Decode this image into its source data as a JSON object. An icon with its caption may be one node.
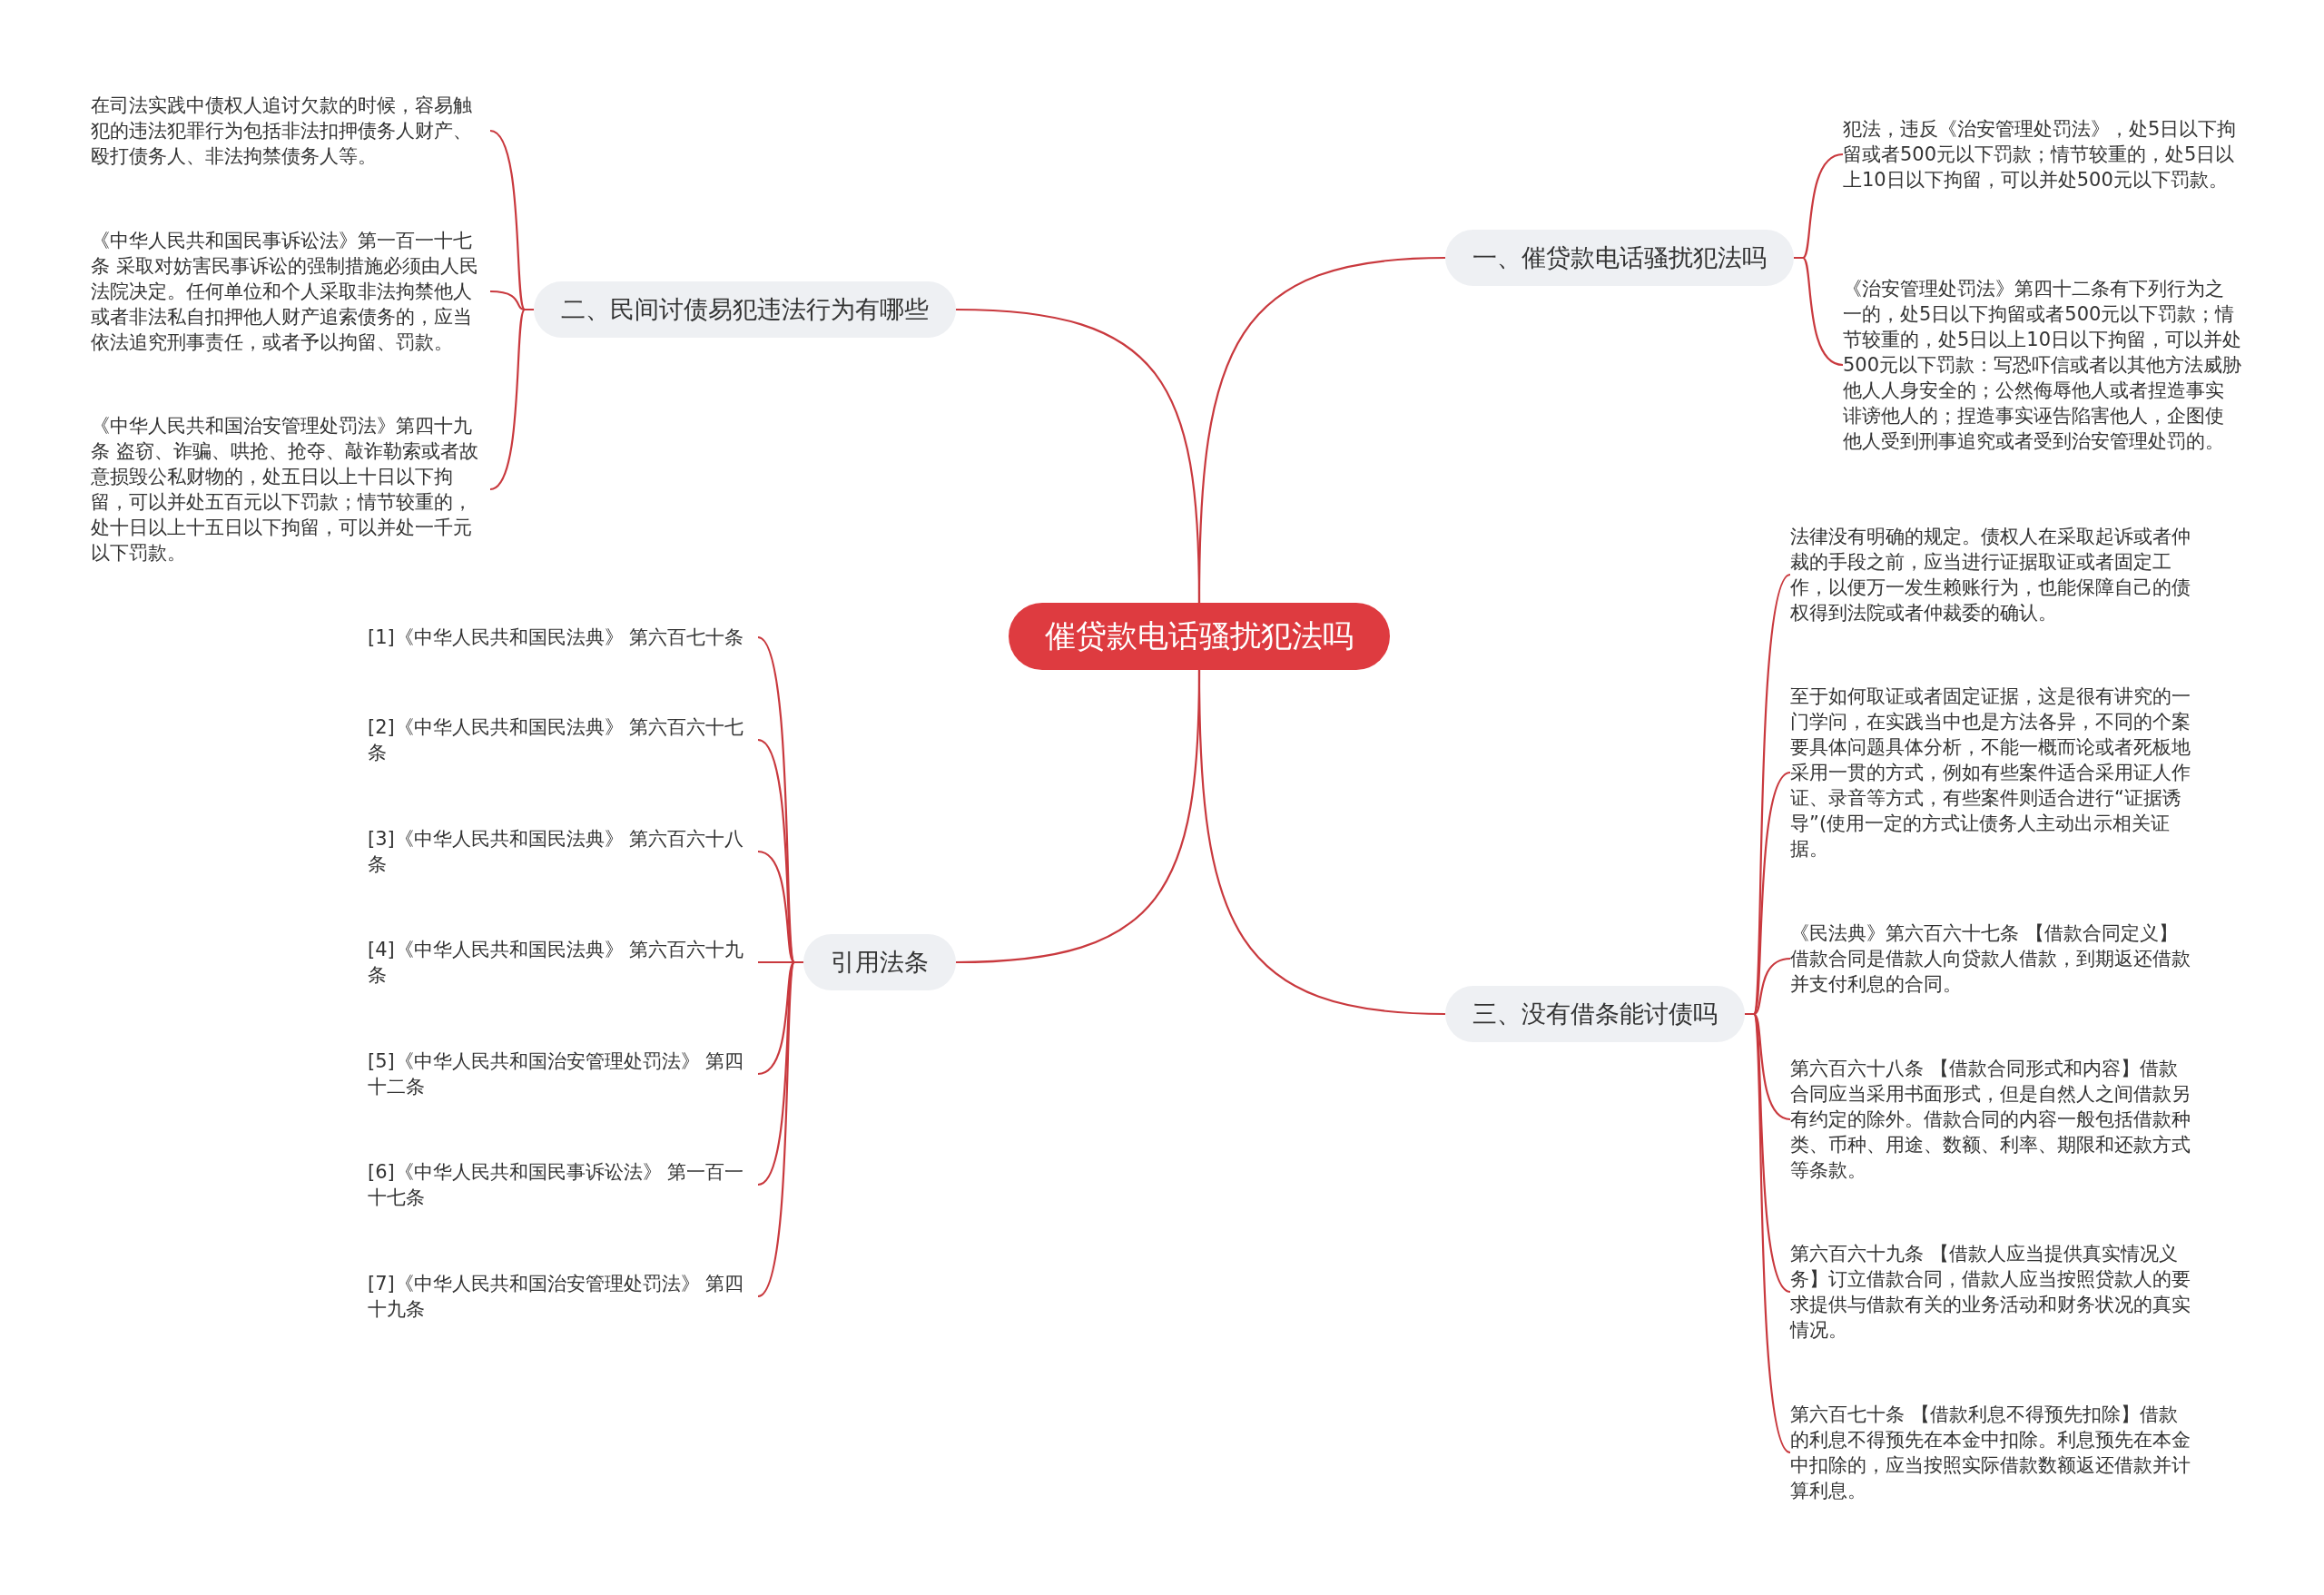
{
  "diagram": {
    "nodes": [
      {
        "text": [
          "催贷款电话骚扰犯法吗"
        ]
      },
      {
        "text": [
          "一、催贷款电话骚扰犯法吗"
        ]
      },
      {
        "text": [
          "犯法，违反《治安管理处罚法》，处5日以下拘留或者500元以下罚款；情节较重的，处5日以上10日以下拘留，可以并处500元以下罚款。"
        ]
      },
      {
        "text": [
          "《治安管理处罚法》第四十二条有下列行为之一的，处5日以下拘留或者500元以下罚款；情节较重的，处5日以上10日以下拘留，可以并处500元以下罚款：写恐吓信或者以其他方法威胁他人人身安全的；公然侮辱他人或者捏造事实诽谤他人的；捏造事实诬告陷害他人，企图使他人受到刑事追究或者受到治安管理处罚的。"
        ]
      },
      {
        "text": [
          "二、民间讨债易犯违法行为有哪些"
        ]
      },
      {
        "text": [
          "在司法实践中债权人追讨欠款的时候，容易触犯的违法犯罪行为包括非法扣押债务人财产、殴打债务人、非法拘禁债务人等。"
        ]
      },
      {
        "text": [
          "《中华人民共和国民事诉讼法》第一百一十七条 采取对妨害民事诉讼的强制措施必须由人民法院决定。任何单位和个人采取非法拘禁他人或者非法私自扣押他人财产追索债务的，应当依法追究刑事责任，或者予以拘留、罚款。"
        ]
      },
      {
        "text": [
          "《中华人民共和国治安管理处罚法》第四十九条 盗窃、诈骗、哄抢、抢夺、敲诈勒索或者故意损毁公私财物的，处五日以上十日以下拘留，可以并处五百元以下罚款；情节较重的，处十日以上十五日以下拘留，可以并处一千元以下罚款。"
        ]
      },
      {
        "text": [
          "三、没有借条能讨债吗"
        ]
      },
      {
        "text": [
          "法律没有明确的规定。债权人在采取起诉或者仲裁的手段之前，应当进行证据取证或者固定工作，以便万一发生赖账行为，也能保障自己的债权得到法院或者仲裁委的确认。"
        ]
      },
      {
        "text": [
          "至于如何取证或者固定证据，这是很有讲究的一门学问，在实践当中也是方法各异，不同的个案要具体问题具体分析，不能一概而论或者死板地采用一贯的方式，例如有些案件适合采用证人作证、录音等方式，有些案件则适合进行“证据诱导”(使用一定的方式让债务人主动出示相关证据。"
        ]
      },
      {
        "text": [
          "《民法典》第六百六十七条 【借款合同定义】借款合同是借款人向贷款人借款，到期返还借款并支付利息的合同。"
        ]
      },
      {
        "text": [
          "第六百六十八条 【借款合同形式和内容】借款合同应当采用书面形式，但是自然人之间借款另有约定的除外。借款合同的内容一般包括借款种类、币种、用途、数额、利率、期限和还款方式等条款。"
        ]
      },
      {
        "text": [
          "第六百六十九条 【借款人应当提供真实情况义务】订立借款合同，借款人应当按照贷款人的要求提供与借款有关的业务活动和财务状况的真实情况。"
        ]
      },
      {
        "text": [
          "第六百七十条 【借款利息不得预先扣除】借款的利息不得预先在本金中扣除。利息预先在本金中扣除的，应当按照实际借款数额返还借款并计算利息。"
        ]
      },
      {
        "text": [
          "引用法条"
        ]
      },
      {
        "text": [
          "[1]《中华人民共和国民法典》 第六百七十条"
        ]
      },
      {
        "text": [
          "[2]《中华人民共和国民法典》 第六百六十七条"
        ]
      },
      {
        "text": [
          "[3]《中华人民共和国民法典》 第六百六十八条"
        ]
      },
      {
        "text": [
          "[4]《中华人民共和国民法典》 第六百六十九条"
        ]
      },
      {
        "text": [
          "[5]《中华人民共和国治安管理处罚法》 第四十二条"
        ]
      },
      {
        "text": [
          "[6]《中华人民共和国民事诉讼法》 第一百一十七条"
        ]
      },
      {
        "text": [
          "[7]《中华人民共和国治安管理处罚法》 第四十九条"
        ]
      }
    ],
    "edges": [
      {
        "from": 0,
        "to": 1,
        "arrow": "none"
      },
      {
        "from": 1,
        "to": 2,
        "arrow": "none"
      },
      {
        "from": 1,
        "to": 3,
        "arrow": "none"
      },
      {
        "from": 0,
        "to": 4,
        "arrow": "none"
      },
      {
        "from": 4,
        "to": 5,
        "arrow": "none"
      },
      {
        "from": 4,
        "to": 6,
        "arrow": "none"
      },
      {
        "from": 4,
        "to": 7,
        "arrow": "none"
      },
      {
        "from": 0,
        "to": 8,
        "arrow": "none"
      },
      {
        "from": 8,
        "to": 9,
        "arrow": "none"
      },
      {
        "from": 8,
        "to": 10,
        "arrow": "none"
      },
      {
        "from": 8,
        "to": 11,
        "arrow": "none"
      },
      {
        "from": 8,
        "to": 12,
        "arrow": "none"
      },
      {
        "from": 8,
        "to": 13,
        "arrow": "none"
      },
      {
        "from": 8,
        "to": 14,
        "arrow": "none"
      },
      {
        "from": 0,
        "to": 15,
        "arrow": "none"
      },
      {
        "from": 15,
        "to": 16,
        "arrow": "none"
      },
      {
        "from": 15,
        "to": 17,
        "arrow": "none"
      },
      {
        "from": 15,
        "to": 18,
        "arrow": "none"
      },
      {
        "from": 15,
        "to": 19,
        "arrow": "none"
      },
      {
        "from": 15,
        "to": 20,
        "arrow": "none"
      },
      {
        "from": 15,
        "to": 21,
        "arrow": "none"
      },
      {
        "from": 15,
        "to": 22,
        "arrow": "none"
      }
    ]
  }
}
